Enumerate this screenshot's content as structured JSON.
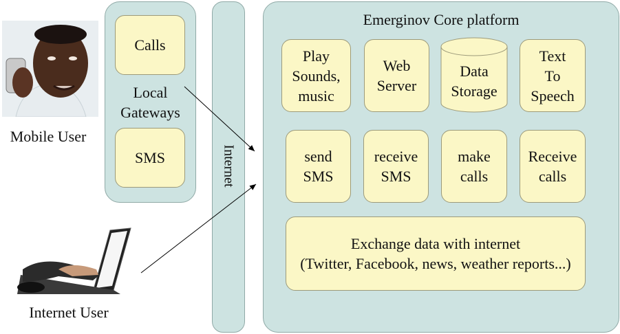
{
  "users": {
    "mobile_label": "Mobile User",
    "internet_label": "Internet User"
  },
  "gateways": {
    "title": "Local\nGateways",
    "calls": "Calls",
    "sms": "SMS"
  },
  "internet": {
    "label": "Internet"
  },
  "platform": {
    "title": "Emerginov Core platform",
    "row1": [
      "Play\nSounds,\nmusic",
      "Web\nServer",
      "Data\nStorage",
      "Text\nTo\nSpeech"
    ],
    "row2": [
      "send\nSMS",
      "receive\nSMS",
      "make\ncalls",
      "Receive\ncalls"
    ],
    "exchange": "Exchange data with internet\n(Twitter, Facebook, news, weather reports...)"
  },
  "colors": {
    "panel": "#cde3e1",
    "box": "#fbf7c6"
  }
}
